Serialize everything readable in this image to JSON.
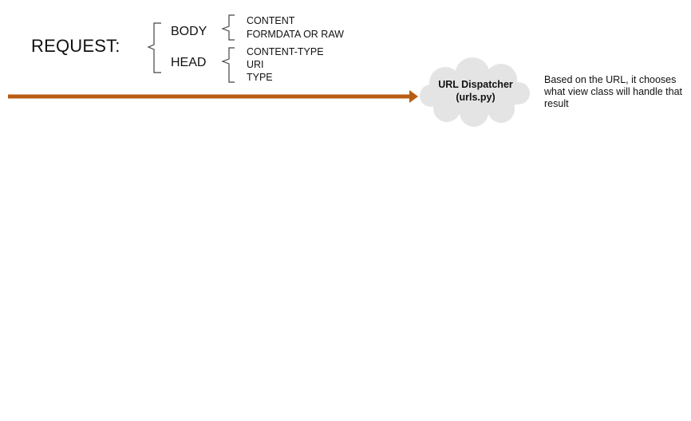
{
  "request": {
    "label": "REQUEST:"
  },
  "body": {
    "label": "BODY",
    "items": [
      "CONTENT",
      "FORMDATA OR RAW"
    ]
  },
  "head": {
    "label": "HEAD",
    "items": [
      "CONTENT-TYPE",
      "URI",
      "TYPE"
    ]
  },
  "dispatcher": {
    "title": "URL Dispatcher",
    "file": "(urls.py)"
  },
  "note": {
    "text": "Based on the URL, it chooses what view class will handle that result"
  },
  "colors": {
    "arrow": "#b85c12",
    "cloud": "#e4e4e4",
    "bracket": "#444444"
  }
}
